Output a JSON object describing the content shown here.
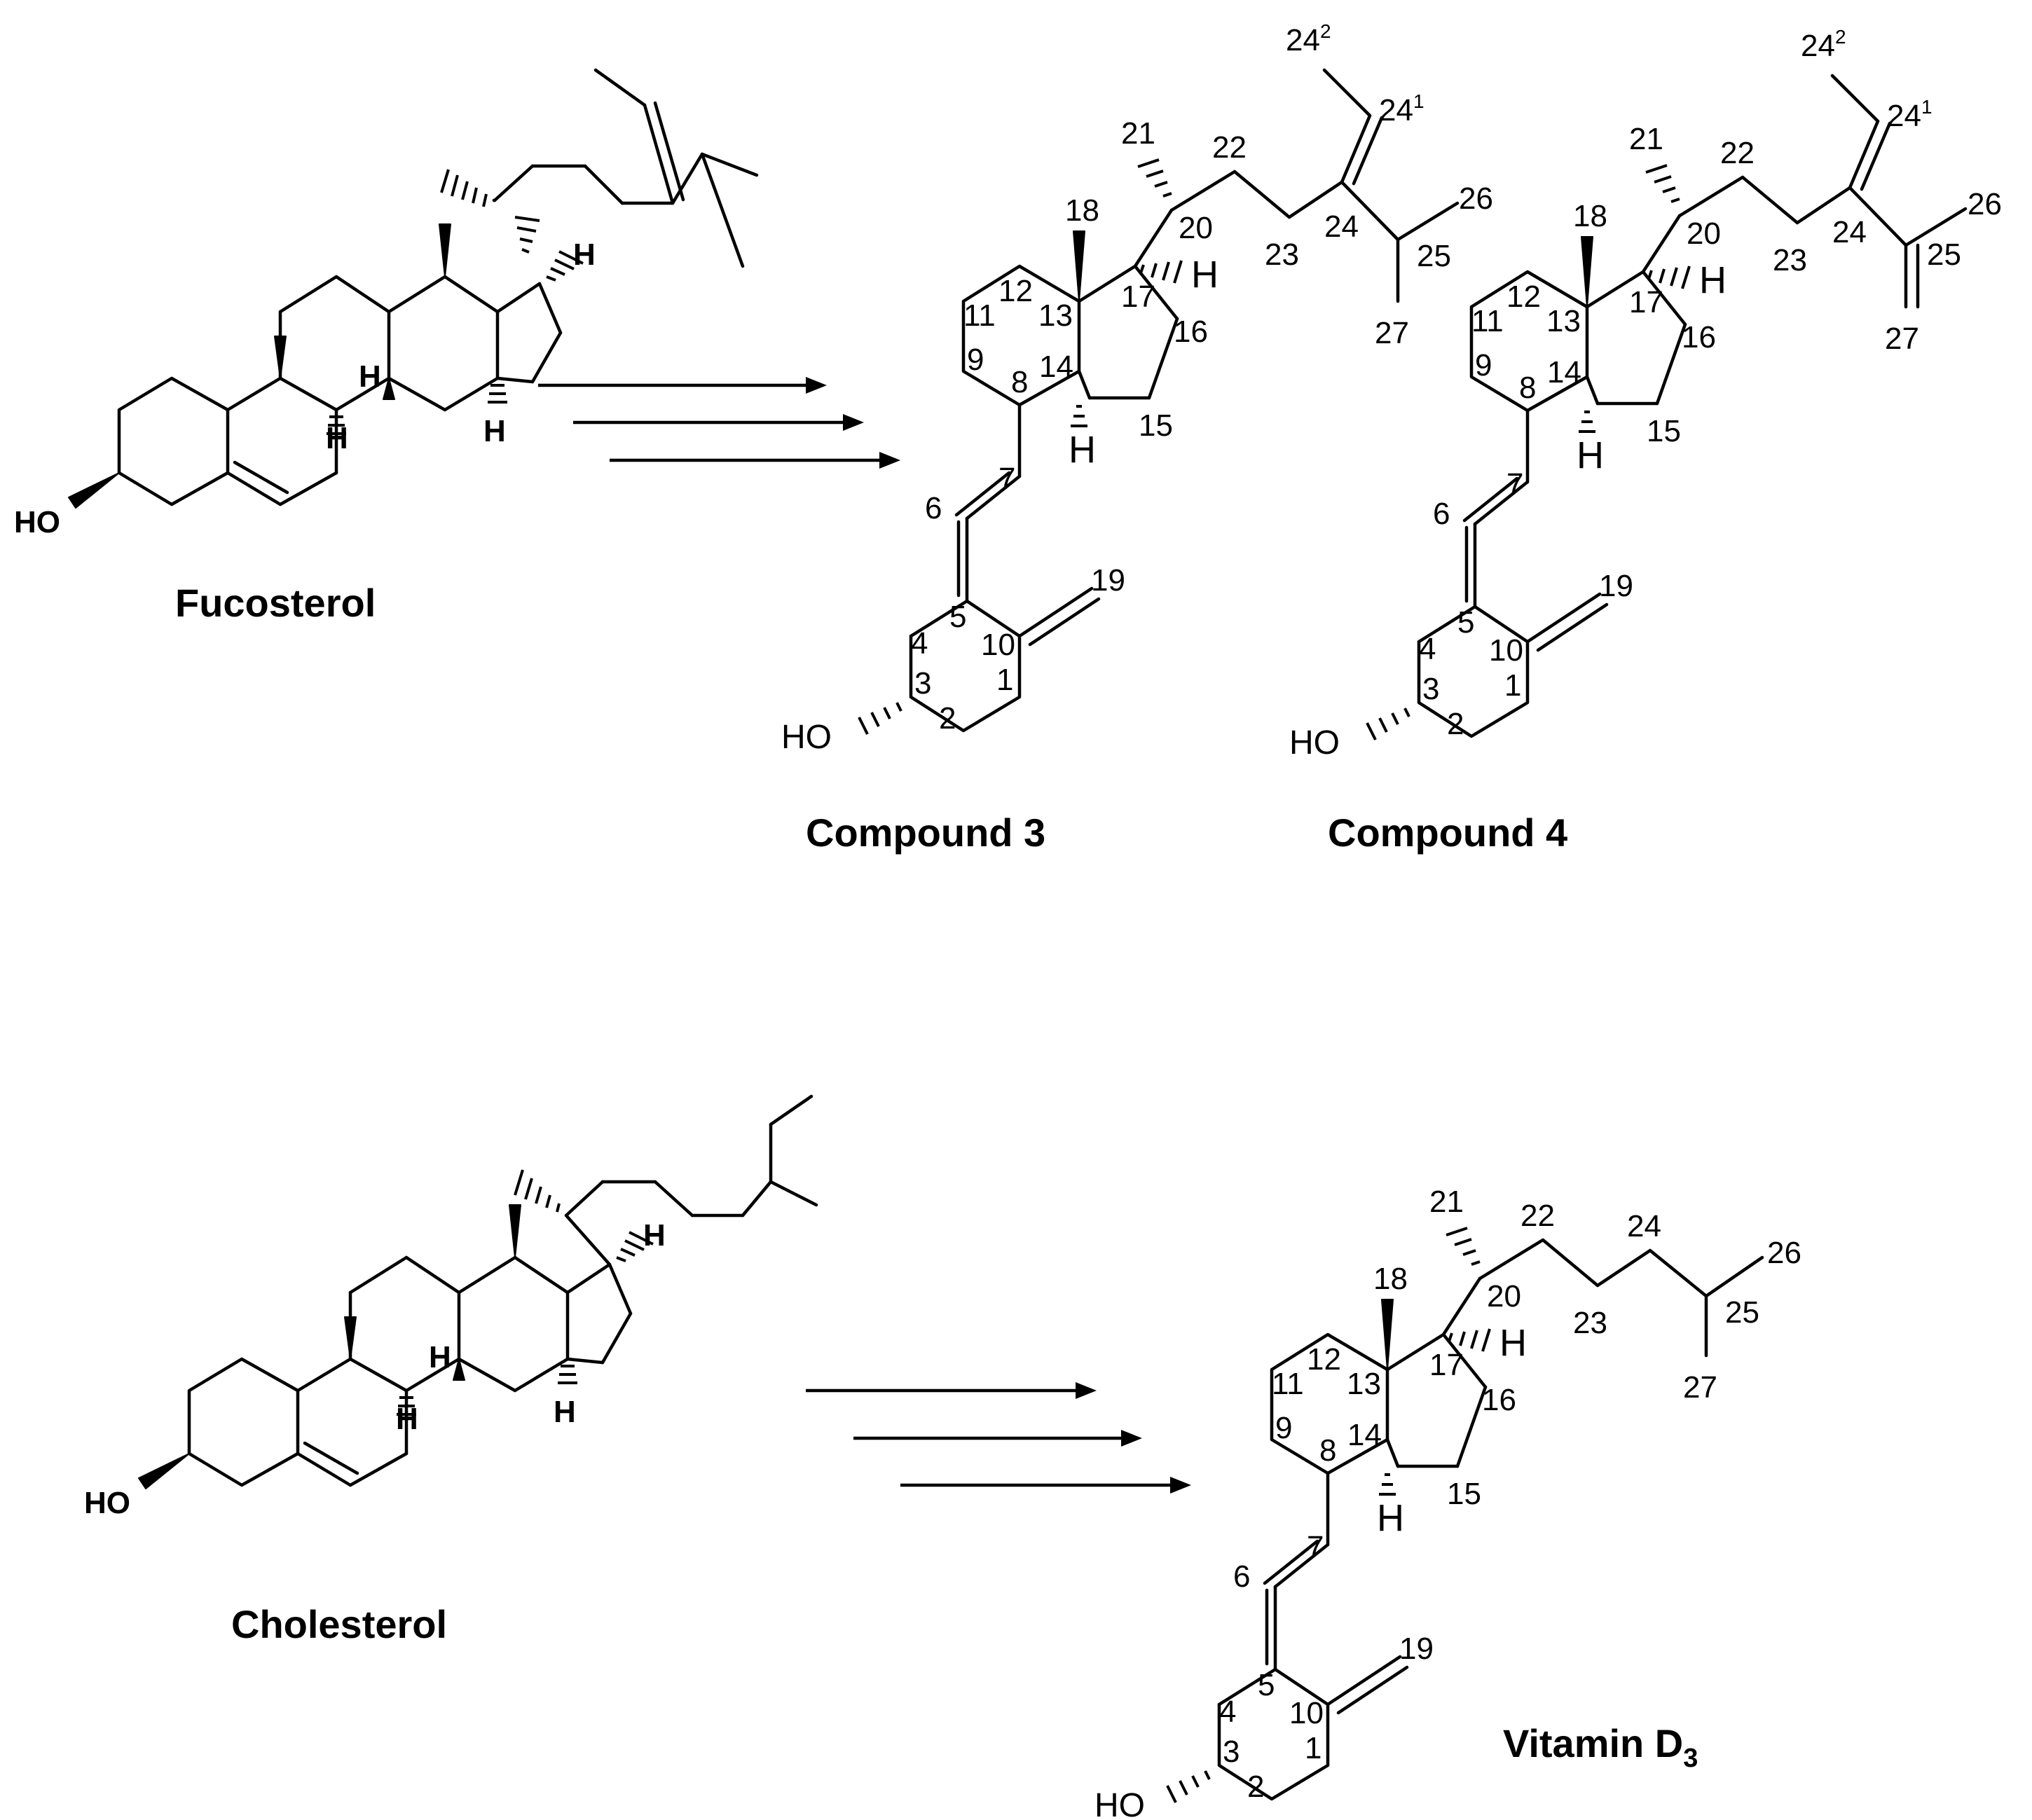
{
  "compounds": {
    "fucosterol": {
      "name": "Fucosterol",
      "oh": "HO",
      "h": "H"
    },
    "compound3": {
      "name": "Compound 3",
      "oh": "HO",
      "h": "H"
    },
    "compound4": {
      "name": "Compound 4",
      "oh": "HO",
      "h": "H"
    },
    "cholesterol": {
      "name": "Cholesterol",
      "oh": "HO",
      "h": "H"
    },
    "vitd3": {
      "name": "Vitamin D",
      "name_sub": "3",
      "oh": "HO",
      "h": "H"
    }
  },
  "locants": {
    "c1": "1",
    "c2": "2",
    "c3": "3",
    "c4": "4",
    "c5": "5",
    "c6": "6",
    "c7": "7",
    "c8": "8",
    "c9": "9",
    "c10": "10",
    "c11": "11",
    "c12": "12",
    "c13": "13",
    "c14": "14",
    "c15": "15",
    "c16": "16",
    "c17": "17",
    "c18": "18",
    "c19": "19",
    "c20": "20",
    "c21": "21",
    "c22": "22",
    "c23": "23",
    "c24": "24",
    "c25": "25",
    "c26": "26",
    "c27": "27",
    "c24_1_base": "24",
    "c24_1_sup": "1",
    "c24_2_base": "24",
    "c24_2_sup": "2"
  }
}
